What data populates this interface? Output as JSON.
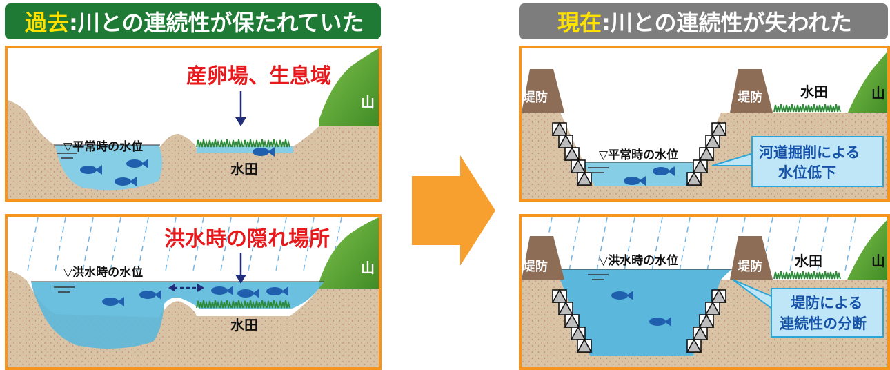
{
  "colors": {
    "past_header_bg": "#1e7a34",
    "present_header_bg": "#7d7d7d",
    "header_accent": "#ffe100",
    "panel_border": "#f7941d",
    "soil": "#d9c3a5",
    "soil_dot": "#c98a8a",
    "water": "#86cde6",
    "flood_water": "#5bb8dc",
    "mountain": "#4e9a2f",
    "levee": "#8e6d57",
    "fish": "#1f5fae",
    "grass": "#2e8b3a",
    "red_label": "#e8191c",
    "callout_bg": "#bfe6f7",
    "callout_border": "#2aa6d6",
    "callout_text": "#1552a8",
    "arrow": "#f7a030"
  },
  "past": {
    "header_accent": "過去",
    "header_rest": ":川との連続性が保たれていた",
    "normal": {
      "highlight_label": "産卵場、生息域",
      "water_level_label": "▽平常時の水位",
      "paddy_label": "水田",
      "mountain_label": "山"
    },
    "flood": {
      "highlight_label": "洪水時の隠れ場所",
      "water_level_label": "▽洪水時の水位",
      "paddy_label": "水田",
      "mountain_label": "山"
    }
  },
  "present": {
    "header_accent": "現在",
    "header_rest": ":川との連続性が失われた",
    "normal": {
      "levee_left_label": "堤防",
      "levee_right_label": "堤防",
      "paddy_label": "水田",
      "mountain_label": "山",
      "water_level_label": "▽平常時の水位",
      "callout_line1": "河道掘削による",
      "callout_line2": "水位低下"
    },
    "flood": {
      "levee_left_label": "堤防",
      "levee_right_label": "堤防",
      "paddy_label": "水田",
      "mountain_label": "山",
      "water_level_label": "▽洪水時の水位",
      "callout_line1": "堤防による",
      "callout_line2": "連続性の分断"
    }
  }
}
